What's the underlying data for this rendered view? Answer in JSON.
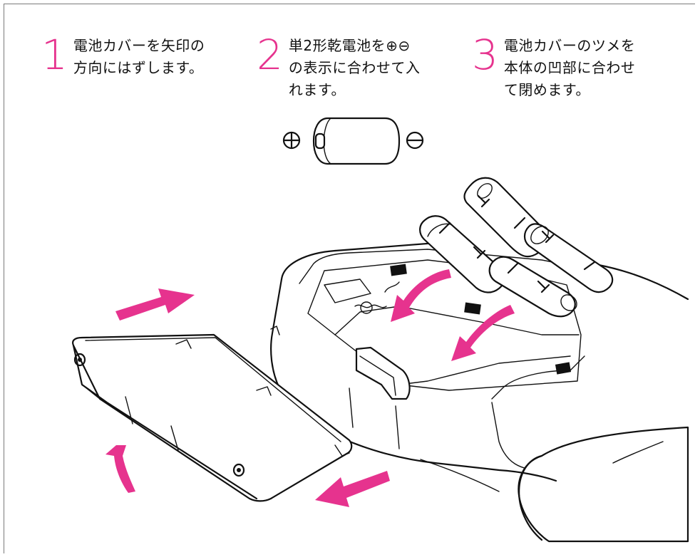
{
  "steps": [
    {
      "number": "1",
      "text": "電池カバーを矢印の\n方向にはずします。"
    },
    {
      "number": "2",
      "text": "単2形乾電池を⊕⊖\nの表示に合わせて入\nれます。"
    },
    {
      "number": "3",
      "text": "電池カバーのツメを\n本体の凹部に合わせ\nて閉めます。"
    }
  ],
  "colors": {
    "accent": "#e6338e",
    "line": "#111111",
    "frame": "#7a7a7a"
  },
  "battery_legend": {
    "positive": "+",
    "negative": "−"
  }
}
